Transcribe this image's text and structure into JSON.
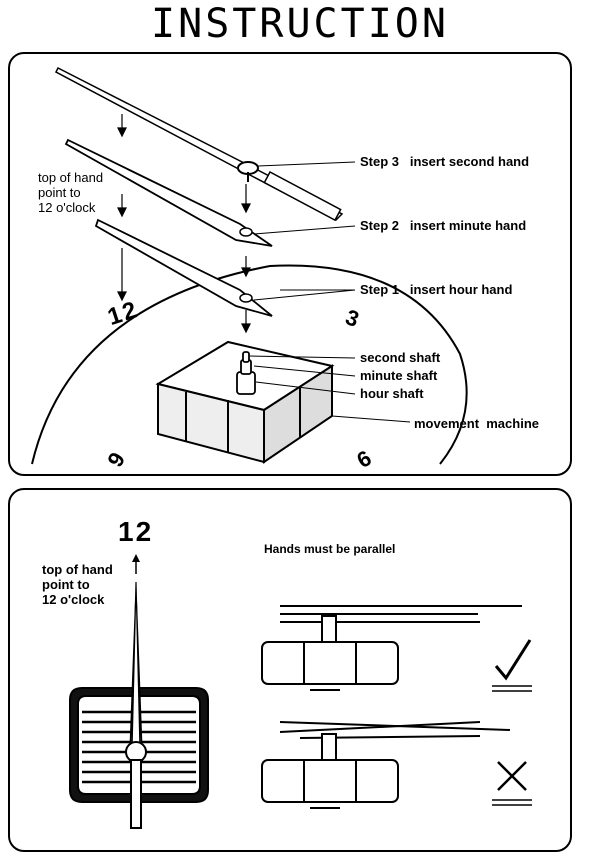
{
  "title": "INSTRUCTION",
  "panel1": {
    "steps": [
      {
        "step": "Step 3",
        "action": "insert second hand"
      },
      {
        "step": "Step 2",
        "action": "insert minute hand"
      },
      {
        "step": "Step 1",
        "action": "insert hour hand"
      }
    ],
    "note_lines": [
      "top of hand",
      "point to",
      "12 o'clock"
    ],
    "parts": [
      "second shaft",
      "minute shaft",
      "hour shaft",
      "movement  machine"
    ],
    "dial_numbers": [
      "12",
      "3",
      "6",
      "9"
    ]
  },
  "panel2": {
    "big_number": "12",
    "note_lines": [
      "top of hand",
      "point to",
      "12 o'clock"
    ],
    "parallel_note": "Hands must be parallel",
    "check_symbol": "check-mark-icon",
    "cross_symbol": "cross-mark-icon"
  }
}
